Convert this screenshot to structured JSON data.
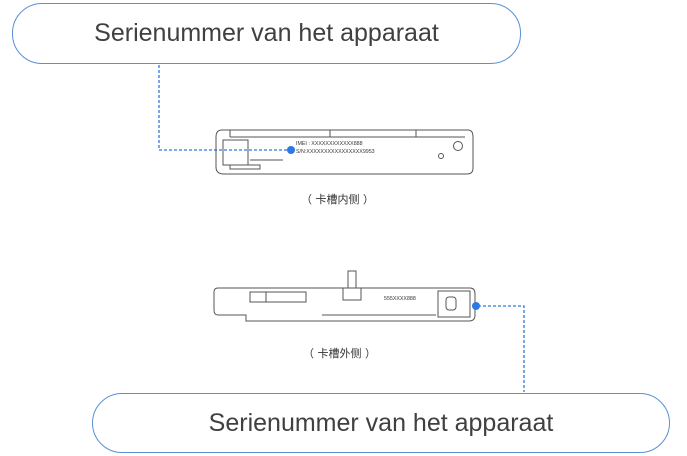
{
  "callouts": {
    "top_label": "Serienummer van het apparaat",
    "bottom_label": "Serienummer van het apparaat"
  },
  "tray_inner": {
    "imei_text": "IMEI : XXXXXXXXXXXX888",
    "sn_text": "S/N:XXXXXXXXXXXXXXXX9953",
    "caption": "（ 卡槽内侧 ）"
  },
  "tray_outer": {
    "sn_text": "555XXXX888",
    "caption": "（ 卡槽外侧 ）"
  },
  "colors": {
    "accent": "#2e78e6",
    "outline": "#5b8fd6",
    "tray_stroke": "#555555"
  }
}
